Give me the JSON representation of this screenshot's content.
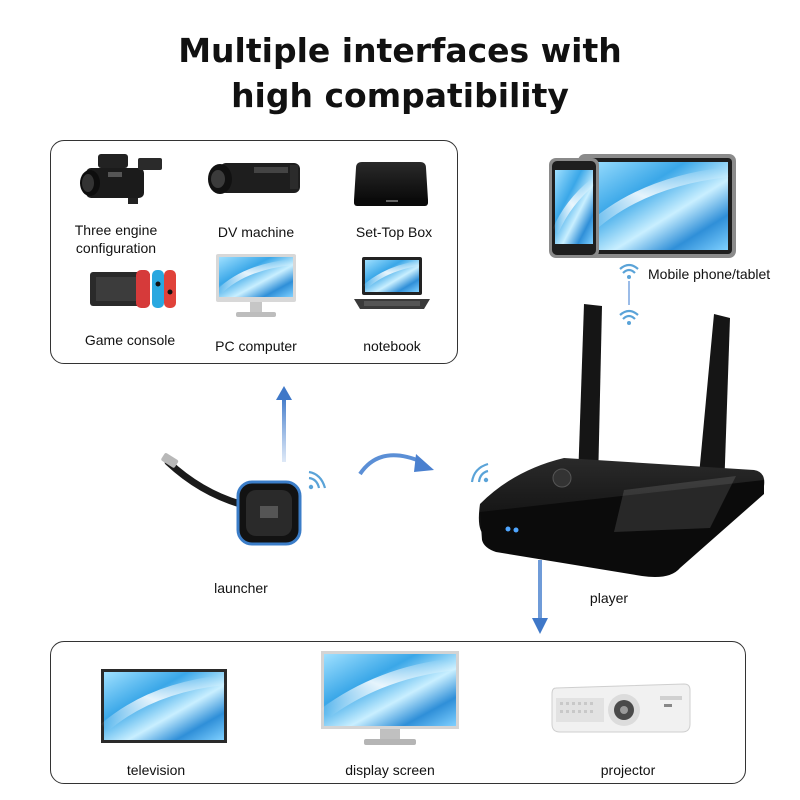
{
  "title": {
    "line1": "Multiple interfaces with",
    "line2": "high compatibility"
  },
  "input_devices": {
    "three_engine": "Three engine\nconfiguration",
    "dv_machine": "DV machine",
    "set_top_box": "Set-Top Box",
    "game_console": "Game console",
    "pc_computer": "PC computer",
    "notebook": "notebook"
  },
  "mobile": {
    "label": "Mobile phone/tablet"
  },
  "launcher": {
    "label": "launcher"
  },
  "player": {
    "label": "player"
  },
  "output_devices": {
    "television": "television",
    "display_screen": "display screen",
    "projector": "projector"
  },
  "colors": {
    "arrow": "#5b8fd6",
    "wifi": "#5aa3d8",
    "screen_blue": "#3aa7e8"
  }
}
